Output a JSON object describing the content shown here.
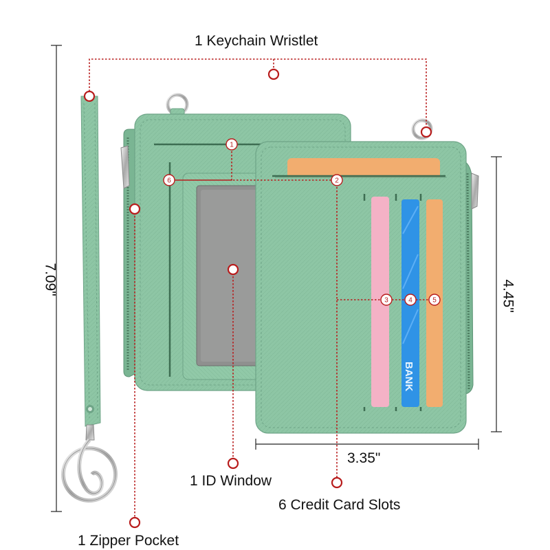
{
  "labels": {
    "wristlet": "1 Keychain Wristlet",
    "id_window": "1 ID Window",
    "card_slots": "6 Credit Card Slots",
    "zipper": "1 Zipper Pocket"
  },
  "dimensions": {
    "height": "7.09\"",
    "card_height": "4.45\"",
    "card_width": "3.35\""
  },
  "markers": [
    "1",
    "2",
    "3",
    "4",
    "5",
    "6"
  ],
  "card_text": "BANK",
  "colors": {
    "leather": "#8ec6a5",
    "leather_dark": "#74ad8c",
    "annotation": "#b81c1c",
    "card_orange": "#f2ad6f",
    "card_pink": "#f4b2c6",
    "card_blue": "#2f93e6",
    "id_window": "#8f908f"
  }
}
